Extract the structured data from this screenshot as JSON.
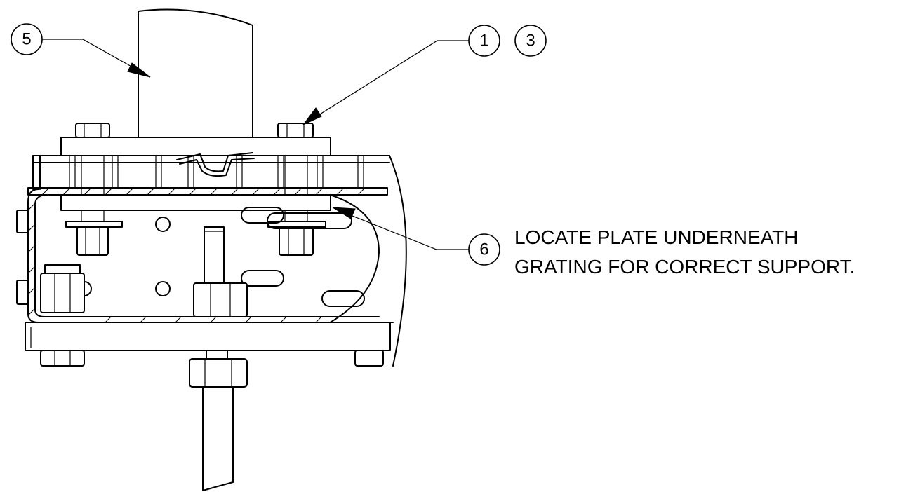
{
  "balloons": {
    "b5": "5",
    "b1": "1",
    "b3": "3",
    "b6": "6"
  },
  "note": {
    "line1": "LOCATE PLATE UNDERNEATH",
    "line2": "GRATING FOR CORRECT SUPPORT."
  }
}
